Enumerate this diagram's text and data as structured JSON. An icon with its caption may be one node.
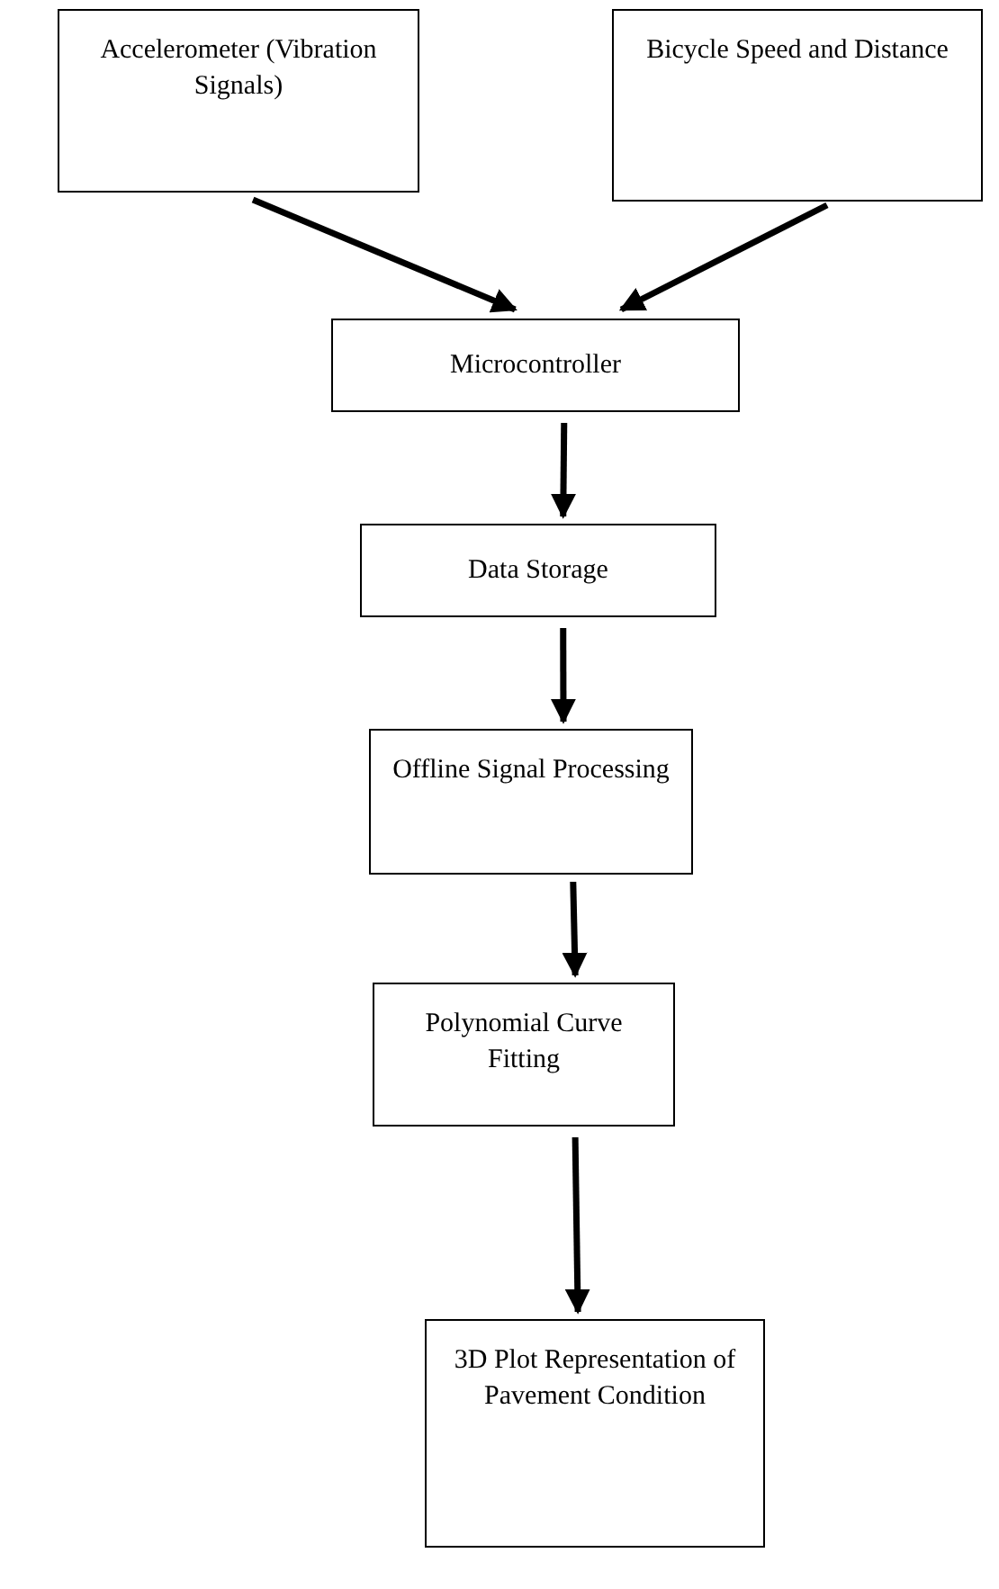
{
  "diagram": {
    "nodes": [
      {
        "text": [
          "Accelerometer (Vibration Signals)"
        ]
      },
      {
        "text": [
          "Bicycle Speed and Distance"
        ]
      },
      {
        "text": [
          "Microcontroller"
        ]
      },
      {
        "text": [
          "Data Storage"
        ]
      },
      {
        "text": [
          "Offline Signal Processing"
        ]
      },
      {
        "text": [
          "Polynomial Curve Fitting"
        ]
      },
      {
        "text": [
          "3D Plot Representation of Pavement Condition"
        ]
      }
    ],
    "edges": [
      {
        "from": 0,
        "to": 2,
        "arrow": "to"
      },
      {
        "from": 1,
        "to": 2,
        "arrow": "to"
      },
      {
        "from": 2,
        "to": 3,
        "arrow": "to"
      },
      {
        "from": 3,
        "to": 4,
        "arrow": "to"
      },
      {
        "from": 4,
        "to": 5,
        "arrow": "to"
      },
      {
        "from": 5,
        "to": 6,
        "arrow": "to"
      }
    ]
  }
}
